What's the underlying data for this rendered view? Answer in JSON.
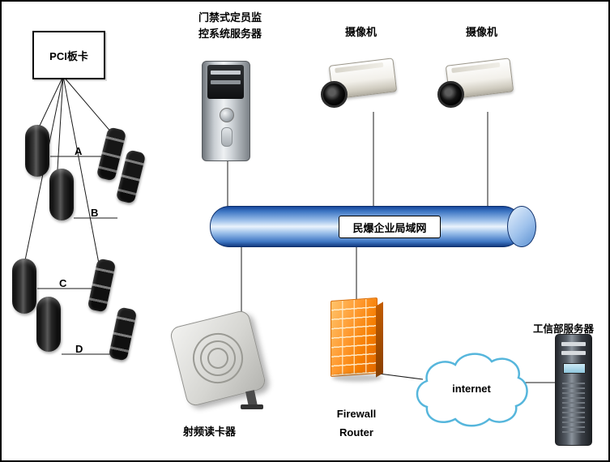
{
  "labels": {
    "pci_card": "PCI板卡",
    "access_server": "门禁式定员监\n控系统服务器",
    "camera_left": "摄像机",
    "camera_right": "摄像机",
    "lan": "民爆企业局域网",
    "rfid_reader": "射频读卡器",
    "firewall": "Firewall\nRouter",
    "internet": "internet",
    "miit_server": "工信部服务器",
    "zone_a": "A",
    "zone_b": "B",
    "zone_c": "C",
    "zone_d": "D"
  },
  "colors": {
    "lan_dark": "#17479c",
    "lan_light": "#eaf3fc",
    "firewall_orange": "#ff9a30",
    "cloud_stroke": "#56b6dc",
    "line": "#1a1a1a",
    "background": "#ffffff"
  }
}
